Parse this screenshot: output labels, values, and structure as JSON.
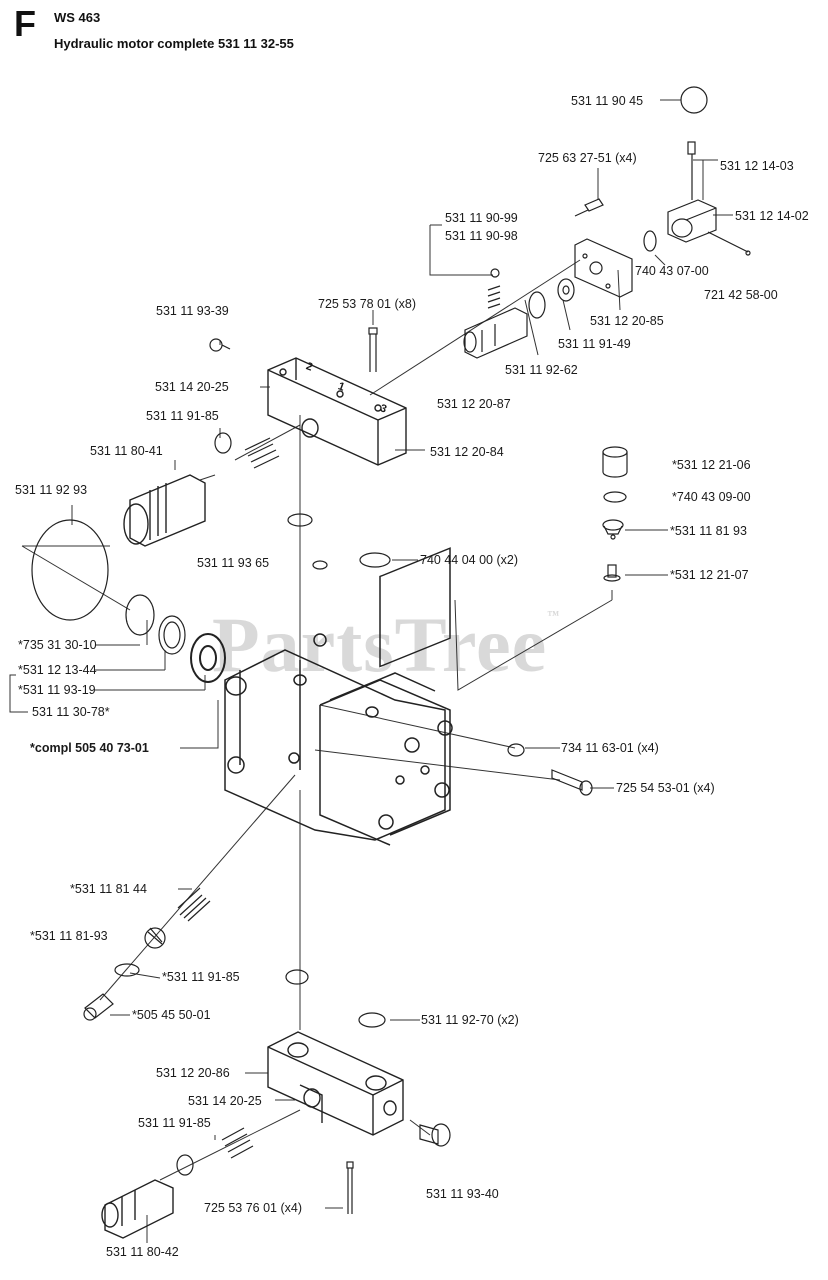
{
  "header": {
    "section_letter": "F",
    "model": "WS 463",
    "title": "Hydraulic motor complete 531 11 32-55"
  },
  "watermark": "PartsTree",
  "watermark_tm": "™",
  "parts": [
    {
      "id": "p1",
      "text": "531 11 90 45"
    },
    {
      "id": "p2",
      "text": "725 63 27-51 (x4)"
    },
    {
      "id": "p3",
      "text": "531 12 14-03"
    },
    {
      "id": "p4",
      "text": "531 11 90-99"
    },
    {
      "id": "p5",
      "text": "531 11 90-98"
    },
    {
      "id": "p6",
      "text": "531 12 14-02"
    },
    {
      "id": "p7",
      "text": "740 43 07-00"
    },
    {
      "id": "p8",
      "text": "721 42 58-00"
    },
    {
      "id": "p9",
      "text": "531 11 93-39"
    },
    {
      "id": "p10",
      "text": "725 53 78 01 (x8)"
    },
    {
      "id": "p11",
      "text": "531 12 20-85"
    },
    {
      "id": "p12",
      "text": "531 11 91-49"
    },
    {
      "id": "p13",
      "text": "531 11 92-62"
    },
    {
      "id": "p14",
      "text": "531 14 20-25"
    },
    {
      "id": "p15",
      "text": "531 12 20-87"
    },
    {
      "id": "p16",
      "text": "531 11 91-85"
    },
    {
      "id": "p17",
      "text": "531 11 80-41"
    },
    {
      "id": "p18",
      "text": "531 12 20-84"
    },
    {
      "id": "p19",
      "text": "*531 12 21-06"
    },
    {
      "id": "p20",
      "text": "531 11 92 93"
    },
    {
      "id": "p21",
      "text": "*740 43 09-00"
    },
    {
      "id": "p22",
      "text": "*531 11 81 93"
    },
    {
      "id": "p23",
      "text": "531 11 93 65"
    },
    {
      "id": "p24",
      "text": "740 44 04 00 (x2)"
    },
    {
      "id": "p25",
      "text": "*531 12 21-07"
    },
    {
      "id": "p26",
      "text": "*735 31 30-10"
    },
    {
      "id": "p27",
      "text": "*531 12 13-44"
    },
    {
      "id": "p28",
      "text": "*531 11 93-19"
    },
    {
      "id": "p29",
      "text": "531 11 30-78*"
    },
    {
      "id": "p30",
      "text": "*compl 505 40 73-01"
    },
    {
      "id": "p31",
      "text": "734 11 63-01 (x4)"
    },
    {
      "id": "p32",
      "text": "725 54 53-01 (x4)"
    },
    {
      "id": "p33",
      "text": "*531 11 81 44"
    },
    {
      "id": "p34",
      "text": "*531 11 81-93"
    },
    {
      "id": "p35",
      "text": "*531 11 91-85"
    },
    {
      "id": "p36",
      "text": "*505 45 50-01"
    },
    {
      "id": "p37",
      "text": "531 11 92-70 (x2)"
    },
    {
      "id": "p38",
      "text": "531 12 20-86"
    },
    {
      "id": "p39",
      "text": "531 14 20-25"
    },
    {
      "id": "p40",
      "text": "531 11 91-85"
    },
    {
      "id": "p41",
      "text": "531 11 93-40"
    },
    {
      "id": "p42",
      "text": "725 53 76 01 (x4)"
    },
    {
      "id": "p43",
      "text": "531 11 80-42"
    }
  ],
  "port_numbers": [
    "1",
    "2",
    "3"
  ]
}
